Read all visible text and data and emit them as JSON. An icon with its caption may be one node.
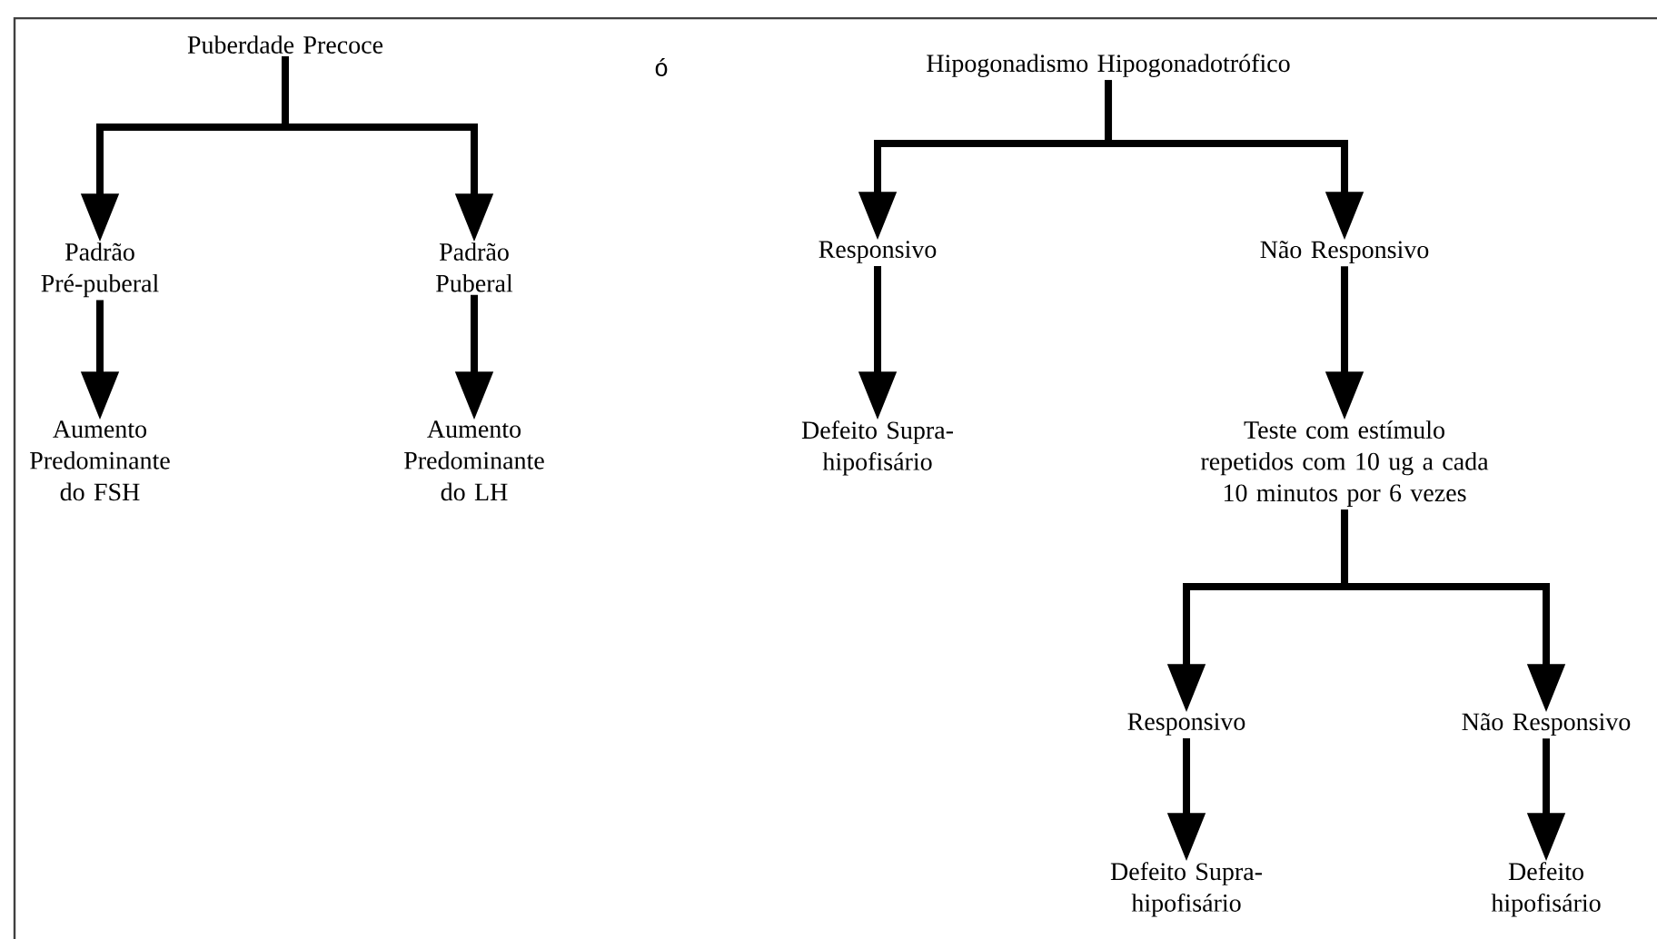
{
  "diagram": {
    "nodes": [
      {
        "text": [
          "Puberdade Precoce"
        ]
      },
      {
        "text": [
          "Padrão Pré-puberal"
        ]
      },
      {
        "text": [
          "Padrão Puberal"
        ]
      },
      {
        "text": [
          "Aumento Predominante do FSH"
        ]
      },
      {
        "text": [
          "Aumento Predominante do LH"
        ]
      },
      {
        "text": [
          "Hipogonadismo Hipogonadotrófico"
        ]
      },
      {
        "text": [
          "Responsivo"
        ]
      },
      {
        "text": [
          "Não Responsivo"
        ]
      },
      {
        "text": [
          "Defeito Supra-hipofisário"
        ]
      },
      {
        "text": [
          "Teste com estímulo repetidos com 10 ug a cada 10 minutos por 6 vezes"
        ]
      },
      {
        "text": [
          "Responsivo"
        ]
      },
      {
        "text": [
          "Não Responsivo"
        ]
      },
      {
        "text": [
          "Defeito Supra-hipofisário"
        ]
      },
      {
        "text": [
          "Defeito hipofisário"
        ]
      }
    ],
    "edges": [
      {
        "from": 0,
        "to": 1,
        "arrow": "to"
      },
      {
        "from": 0,
        "to": 2,
        "arrow": "to"
      },
      {
        "from": 1,
        "to": 3,
        "arrow": "to"
      },
      {
        "from": 2,
        "to": 4,
        "arrow": "to"
      },
      {
        "from": 5,
        "to": 6,
        "arrow": "to"
      },
      {
        "from": 5,
        "to": 7,
        "arrow": "to"
      },
      {
        "from": 6,
        "to": 8,
        "arrow": "to"
      },
      {
        "from": 7,
        "to": 9,
        "arrow": "to"
      },
      {
        "from": 9,
        "to": 10,
        "arrow": "to"
      },
      {
        "from": 9,
        "to": 11,
        "arrow": "to"
      },
      {
        "from": 10,
        "to": 12,
        "arrow": "to"
      },
      {
        "from": 11,
        "to": 13,
        "arrow": "to"
      }
    ],
    "labels": [
      "ó"
    ]
  }
}
